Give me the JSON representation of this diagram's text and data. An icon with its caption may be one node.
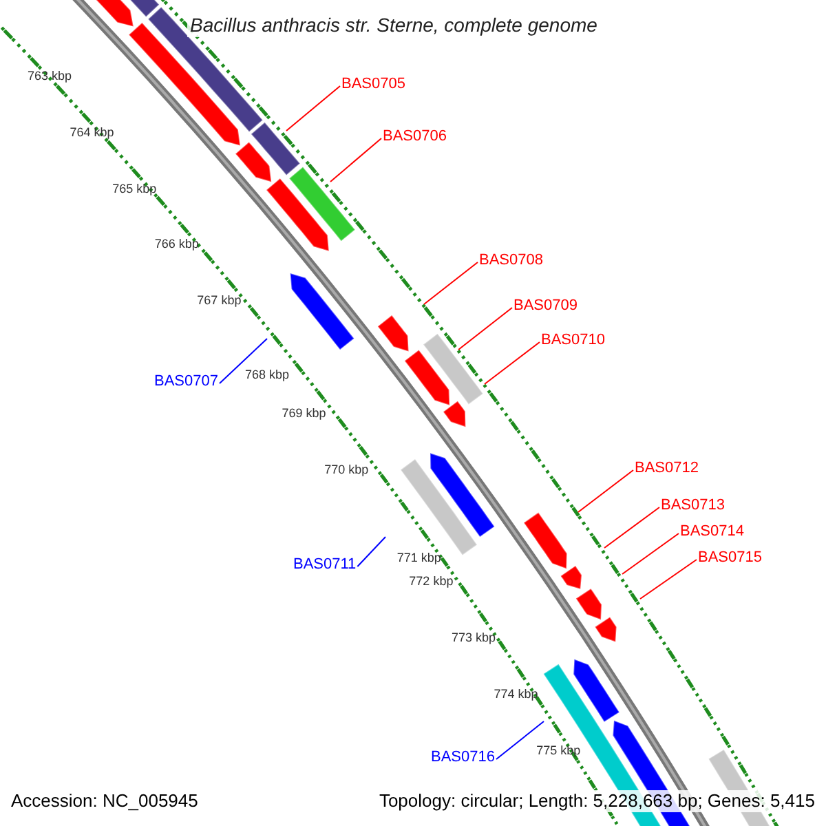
{
  "diagram": {
    "title": "Bacillus anthracis str. Sterne, complete genome",
    "nodes": [
      {
        "text": [
          "BAS0705"
        ]
      },
      {
        "text": [
          "BAS0706"
        ]
      },
      {
        "text": [
          "BAS0708"
        ]
      },
      {
        "text": [
          "BAS0709"
        ]
      },
      {
        "text": [
          "BAS0710"
        ]
      },
      {
        "text": [
          "BAS0707"
        ]
      },
      {
        "text": [
          "BAS0712"
        ]
      },
      {
        "text": [
          "BAS0713"
        ]
      },
      {
        "text": [
          "BAS0714"
        ]
      },
      {
        "text": [
          "BAS0715"
        ]
      },
      {
        "text": [
          "BAS0711"
        ]
      },
      {
        "text": [
          "BAS0716"
        ]
      }
    ],
    "edges": [
      {
        "from": 0,
        "to": null,
        "arrow": "none"
      },
      {
        "from": 1,
        "to": null,
        "arrow": "none"
      },
      {
        "from": 2,
        "to": null,
        "arrow": "none"
      },
      {
        "from": 3,
        "to": null,
        "arrow": "none"
      },
      {
        "from": 4,
        "to": null,
        "arrow": "none"
      },
      {
        "from": 5,
        "to": null,
        "arrow": "none",
        "color": "#0000ff"
      },
      {
        "from": 6,
        "to": null,
        "arrow": "none"
      },
      {
        "from": 7,
        "to": null,
        "arrow": "none"
      },
      {
        "from": 8,
        "to": null,
        "arrow": "none"
      },
      {
        "from": 9,
        "to": null,
        "arrow": "none"
      },
      {
        "from": 10,
        "to": null,
        "arrow": "none",
        "color": "#0000ff"
      },
      {
        "from": 11,
        "to": null,
        "arrow": "none",
        "color": "#0000ff"
      }
    ],
    "labels": [
      "763 kbp",
      "764 kbp",
      "765 kbp",
      "766 kbp",
      "767 kbp",
      "768 kbp",
      "769 kbp",
      "770 kbp",
      "771 kbp",
      "772 kbp",
      "773 kbp",
      "774 kbp",
      "775 kbp",
      "Accession: NC_005945",
      "Topology: circular; Length: 5,228,663 bp; Genes: 5,415"
    ]
  }
}
